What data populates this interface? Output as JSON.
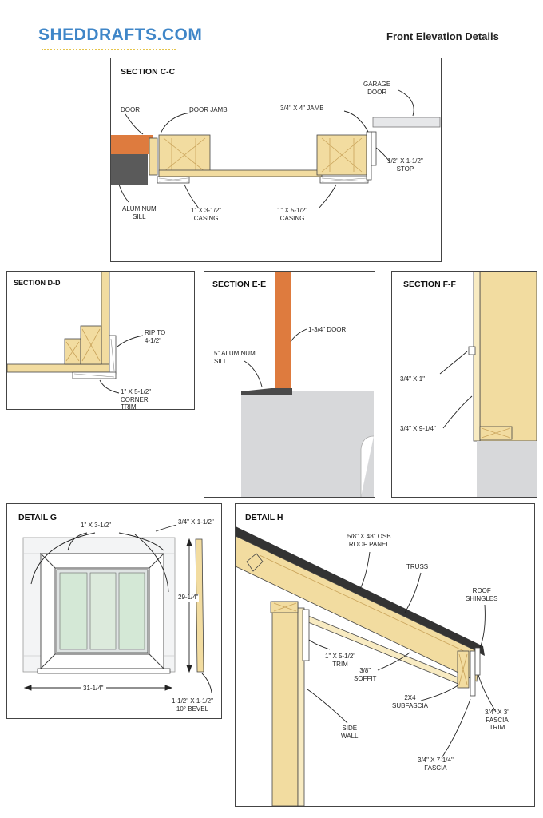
{
  "header": {
    "brand": "SHEDDRAFTS.COM",
    "title": "Front Elevation Details"
  },
  "colors": {
    "wood": "#f2dca0",
    "wood_dark": "#c9a35a",
    "door": "#de7b3e",
    "concrete": "#d7d8da",
    "dark": "#555555",
    "brand": "#3f86c8"
  },
  "section_cc": {
    "title": "SECTION C-C",
    "labels": {
      "door": "DOOR",
      "door_jamb": "DOOR JAMB",
      "jamb": "3/4\" x 4\" JAMB",
      "garage_door": "GARAGE\nDOOR",
      "stop": "1/2\" x 1-1/2\"\nSTOP",
      "sill": "ALUMINUM\nSILL",
      "casing1": "1\" x 3-1/2\"\nCASING",
      "casing2": "1\" x 5-1/2\"\nCASING"
    }
  },
  "section_dd": {
    "title": "SECTION D-D",
    "labels": {
      "rip": "RIP TO\n4-1/2\"",
      "corner": "1\" x 5-1/2\"\nCORNER\nTRIM"
    }
  },
  "section_ee": {
    "title": "SECTION E-E",
    "labels": {
      "door": "1-3/4\" DOOR",
      "sill": "5\" ALUMINUM\nSILL"
    }
  },
  "section_ff": {
    "title": "SECTION F-F",
    "labels": {
      "a": "3/4\" x 1\"",
      "b": "3/4\" x 9-1/4\""
    }
  },
  "detail_g": {
    "title": "DETAIL G",
    "labels": {
      "top": "1\" x 3-1/2\"",
      "top_right": "3/4\" x 1-1/2\"",
      "height": "29-1/4\"",
      "width": "31-1/4\"",
      "bevel": "1-1/2\" x 1-1/2\"\n10° BEVEL"
    }
  },
  "detail_h": {
    "title": "DETAIL H",
    "labels": {
      "osb": "5/8\" x 48\" OSB\nROOF PANEL",
      "truss": "TRUSS",
      "shingles": "ROOF\nSHINGLES",
      "trim": "1\" x 5-1/2\"\nTRIM",
      "soffit": "3/8\"\nSOFFIT",
      "subfascia": "2x4\nSUBFASCIA",
      "fascia_trim": "3/4\" x 3\"\nFASCIA\nTRIM",
      "side_wall": "SIDE\nWALL",
      "fascia": "3/4\" x 7-1/4\"\nFASCIA"
    }
  }
}
